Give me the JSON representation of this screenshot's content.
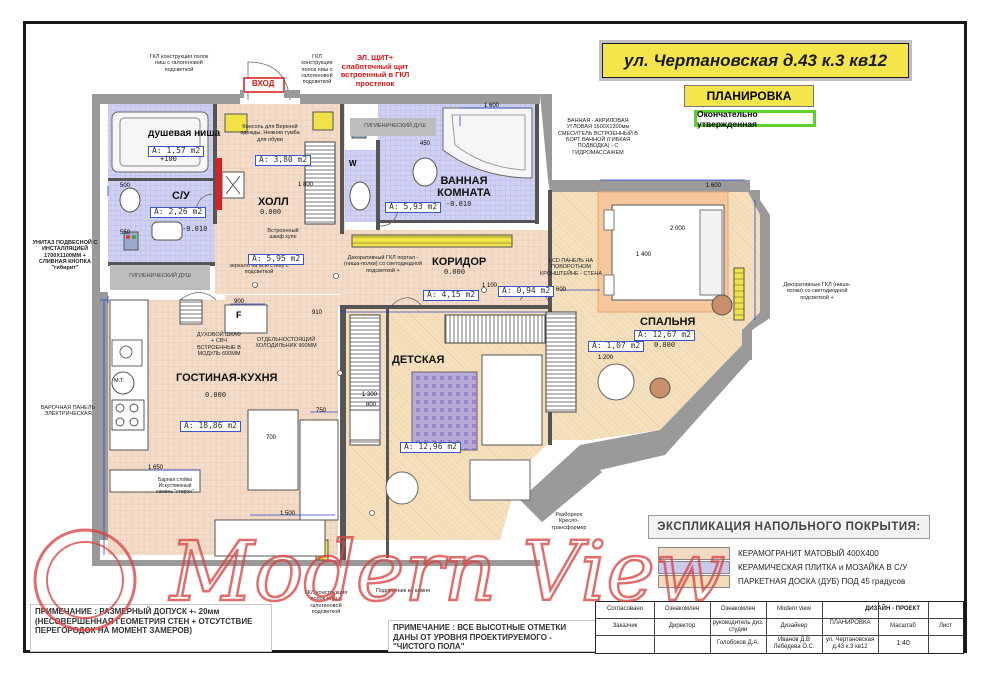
{
  "header": {
    "address": "ул. Чертановская д.43 к.3 кв12",
    "plan_title": "ПЛАНИРОВКА",
    "status": "Окончательно утвержденная"
  },
  "entrance": {
    "label": "ВХОД"
  },
  "panel_note": {
    "text": "ЭЛ. ЩИТ+ слаботочный щит встроенный в ГКЛ простенок"
  },
  "rooms": {
    "shower_niche": {
      "name": "душевая ниша",
      "area": "A: 1,57 m2",
      "level": "+100"
    },
    "wc": {
      "name": "С/У",
      "area": "A: 2,26 m2",
      "level": "-0.010"
    },
    "hall": {
      "name": "ХОЛЛ",
      "area": "A: 5,95 m2",
      "level": "0.000",
      "area2": "A: 3,80 m2"
    },
    "bathroom": {
      "name": "ВАННАЯ КОМНАТА",
      "area": "A: 5,93 m2",
      "level": "-0.010"
    },
    "corridor": {
      "name": "КОРИДОР",
      "area": "A: 4,15 m2",
      "level": "0.000",
      "area2": "A: 0,94 m2"
    },
    "bedroom": {
      "name": "СПАЛЬНЯ",
      "area": "A: 12,67 m2",
      "level": "0.000",
      "area2": "A: 1,07 m2"
    },
    "living_kitchen": {
      "name": "ГОСТИНАЯ-КУХНЯ",
      "area": "A: 18,86 m2",
      "level": "0.000"
    },
    "kids": {
      "name": "ДЕТСКАЯ",
      "area": "A: 12,96 m2"
    }
  },
  "notes": {
    "gkl_niche": "ГКЛ конструкция полок ниш с галогеновой подсветкой",
    "gkl_niche2": "ГКЛ конструкция полок ниш с галогеновой подсветкой",
    "hygienic_shower_top": "ГИГИЕНИЧЕСКИЙ ДУШ",
    "hygienic_shower_left": "ГИГИЕНИЧЕСКИЙ ДУШ",
    "console": "Консоль для Верхней одежды, Нежняя тумба для обуви",
    "bath_note": "ВАННАЯ - АКРИЛОВАЯ УГЛОВАЯ 1600Х1200мм СМЕСИТЕЛЬ ВСТРОЕННЫЙ В БОРТ ВАННОЙ (ГИБКАЯ ПОДВОДКА) - С ГИДРОМАССАЖЕМ",
    "toilet": "УНИТАЗ ПОДВЕСНОЙ С ИНСТАЛЛЯЦИЕЙ 1700Х1100ММ + СЛИВНАЯ КНОПКА \"гибирит\"",
    "wardrobe": "Встроенный шкаф купе",
    "mirror": "зеркало на всю стену с подсветкой",
    "decor_gkl_corridor": "Декоративный ГКЛ портал - (ниша-полки) со светодиодной подсветкой +",
    "lcd": "LCD ПАНЕЛЬ НА ПОВОРОТНОМ КРОНШТЕЙНЕ - СТЕНА",
    "decor_gkl_bedroom": "Декоративные ГКЛ (ниша-полки) со светодиодной подсветкой +",
    "oven": "ДУХОВОЙ ШКАФ + СВЧ ВСТРОЕННЫЕ В МОДУЛЬ 600ММ",
    "fridge": "ОТДЕЛЬНОСТОЯЩИЙ ХОЛОДИЛЬНИК 900ММ",
    "cooktop": "ВАРОЧНАЯ ПАНЕЛЬ ЭЛЕКТРИЧЕСКАЯ",
    "bar": "Барная стойка Искуственный камень \"стерон\"",
    "chair": "Разборное Кресло-трансформер",
    "gkl_bottom": "ГКЛ конструкция полок ниш с галогеновой подсветкой",
    "sill": "Подоконник из камня"
  },
  "legend": {
    "title": "ЭКСПЛИКАЦИЯ НАПОЛЬНОГО ПОКРЫТИЯ:",
    "items": [
      {
        "label": "КЕРАМОГРАНИТ МАТОВЫЙ 400Х400",
        "color": "#f1d9c2"
      },
      {
        "label": "КЕРАМИЧЕСКАЯ ПЛИТКА и МОЗАЙКА В С/У",
        "color": "#c9c9ee"
      },
      {
        "label": "ПАРКЕТНАЯ ДОСКА (ДУБ) ПОД 45 градусов",
        "color": "#f3dcb8"
      }
    ]
  },
  "footnotes": {
    "note1": "ПРИМЕЧАНИЕ : РАЗМЕРНЫЙ ДОПУСК +- 20мм (НЕСОВЕРШЕННАЯ ГЕОМЕТРИЯ СТЕН + ОТСУТСТВИЕ ПЕРЕГОРОДОК НА МОМЕНТ ЗАМЕРОВ)",
    "note2": "ПРИМЕЧАНИЕ : ВСЕ ВЫСОТНЫЕ ОТМЕТКИ ДАНЫ ОТ УРОВНЯ ПРОЕКТИРУЕМОГО - \"ЧИСТОГО ПОЛА\""
  },
  "title_block": {
    "agreed": "Согласовано",
    "acquainted": "Ознакомлен",
    "acquainted2": "Ознакомлен",
    "studio": "Modern view",
    "project": "ДИЗАЙН - ПРОЕКТ",
    "customer": "Заказчик",
    "director": "Директор",
    "head": "руководитель диз. студии",
    "designer": "Дизайнер",
    "sheet_name": "ПЛАНИРОВКА",
    "scale_label": "Масштаб",
    "sheet_label": "Лист",
    "head_name": "Голобоков Д.А.",
    "designer_names": "Иванов Д.В Лебедева О.С.",
    "object": "ул. Чертановская д.43 к.3 кв12",
    "scale": "1:40"
  },
  "watermark": "Modern View",
  "dims": {
    "d1600a": "1 600",
    "d1600b": "1 600",
    "d2000": "2 000",
    "d1400": "1 400",
    "d900": "900",
    "d750": "750",
    "d700": "700",
    "d1500": "1 500",
    "d1650": "1 650",
    "d1800": "1 800",
    "d500": "500",
    "d550": "550",
    "d1300": "1 300",
    "d1200": "1 200",
    "d800": "800",
    "d910": "910",
    "d600": "600",
    "d450": "450",
    "d1100": "1 100"
  },
  "fixtures": {
    "fridge_mark": "F",
    "window_mark": "W",
    "mt_mark": "M.T."
  }
}
